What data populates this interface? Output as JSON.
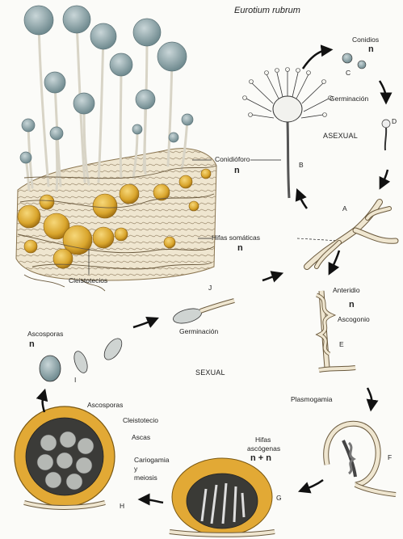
{
  "title": "Eurotium rubrum",
  "labels": {
    "conidios": "Conidios",
    "conidios_n": "n",
    "c": "C",
    "germinacion_asexual": "Germinación",
    "d": "D",
    "asexual": "ASEXUAL",
    "conidioforo": "Conidióforo",
    "conidioforo_n": "n",
    "b": "B",
    "a": "A",
    "hifas_somaticas": "Hifas somáticas",
    "hifas_somaticas_n": "n",
    "cleistotecios": "Cleistotecios",
    "j": "J",
    "anteridio": "Anteridio",
    "anteridio_n": "n",
    "ascogonio": "Ascogonio",
    "e": "E",
    "ascosporas_top": "Ascosporas",
    "ascosporas_top_n": "n",
    "germinacion_sexual": "Germinación",
    "i": "I",
    "sexual": "SEXUAL",
    "plasmogamia": "Plasmogamia",
    "ascosporas_bottom": "Ascosporas",
    "cleistotecio": "Cleistotecio",
    "ascas": "Ascas",
    "cariogamia": "Cariogamia",
    "y": "y",
    "meiosis": "meiosis",
    "h": "H",
    "hifas_ascogenas_1": "Hifas",
    "hifas_ascogenas_2": "ascógenas",
    "n_plus_n": "n + n",
    "g": "G",
    "f": "F"
  },
  "colors": {
    "conidium_head": "#8fa9ad",
    "hyphae": "#e8dcc4",
    "hyphae_outline": "#6b5a3e",
    "cleistothecium": "#d9a52c",
    "arrow": "#111111"
  }
}
